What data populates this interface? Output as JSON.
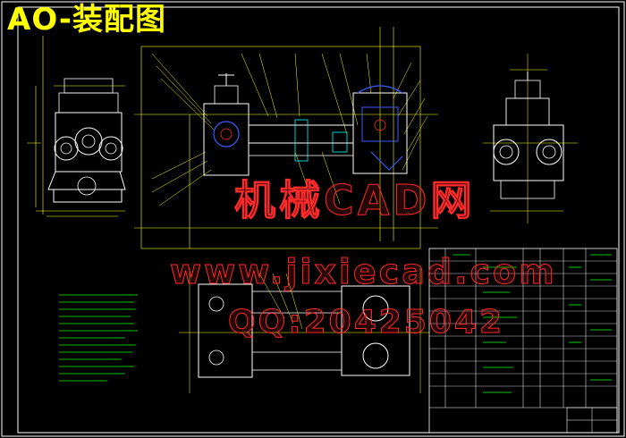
{
  "drawing": {
    "title": "AO-装配图",
    "title_color": "#ffff00",
    "frame_color": "#ffffff",
    "line_yellow": "#ffff00",
    "line_white": "#ffffff",
    "line_green": "#00ff00",
    "line_blue": "#3a5bff",
    "line_red": "#ff3030",
    "line_cyan": "#00ffff"
  },
  "watermark": {
    "line1": "机械CAD网",
    "line2": "www.jixiecad.com",
    "line3": "QQ:20425042",
    "color": "#ff2a2a"
  }
}
